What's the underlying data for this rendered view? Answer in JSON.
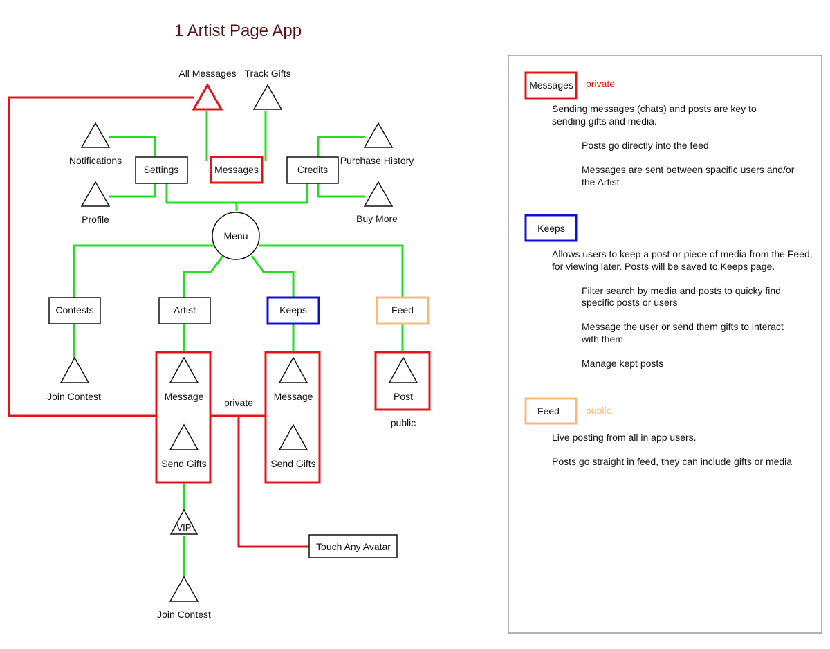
{
  "title": "1 Artist Page App",
  "nodes": {
    "all_messages": "All Messages",
    "track_gifts": "Track Gifts",
    "notifications": "Notifications",
    "settings": "Settings",
    "messages": "Messages",
    "credits": "Credits",
    "purchase_history": "Purchase History",
    "profile": "Profile",
    "buy_more": "Buy More",
    "menu": "Menu",
    "contests": "Contests",
    "artist": "Artist",
    "keeps": "Keeps",
    "feed": "Feed",
    "join_contest_1": "Join Contest",
    "artist_message": "Message",
    "artist_send_gifts": "Send Gifts",
    "private": "private",
    "keeps_message": "Message",
    "keeps_send_gifts": "Send Gifts",
    "post": "Post",
    "public": "public",
    "vip": "VIP",
    "touch_any_avatar": "Touch Any Avatar",
    "join_contest_2": "Join Contest"
  },
  "legend": {
    "messages": {
      "label": "Messages",
      "tag": "private",
      "lines": [
        "Sending messages (chats) and posts are key to",
        "sending gifts and media.",
        "Posts go directly into the feed",
        "Messages are sent between spacific users and/or",
        "the Artist"
      ]
    },
    "keeps": {
      "label": "Keeps",
      "lines": [
        "Allows users to keep a post or piece of media from the Feed,",
        "for viewing later. Posts will be saved to Keeps page.",
        "Filter search by media and posts to quicky find",
        "specific posts or users",
        "Message the user or send them gifts to interact",
        "with them",
        "Manage kept posts"
      ]
    },
    "feed": {
      "label": "Feed",
      "tag": "public",
      "lines": [
        "Live posting from all in app users.",
        "Posts go straight in feed, they can include gifts or media"
      ]
    }
  },
  "colors": {
    "green_link": "#22e01e",
    "red_private": "#e4141a",
    "blue_keeps": "#1010d0",
    "orange_feed": "#f7b97c",
    "title": "#5e1010"
  }
}
